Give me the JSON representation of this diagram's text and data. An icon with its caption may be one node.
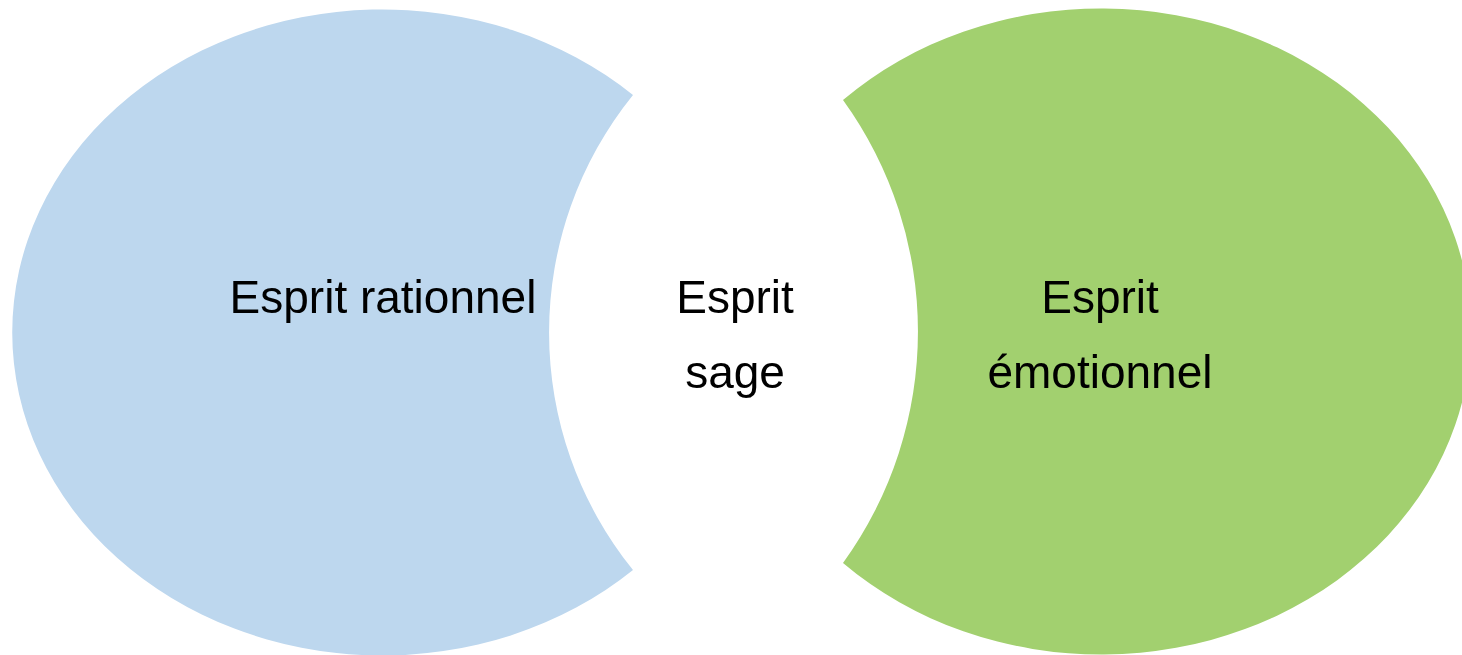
{
  "diagram": {
    "nodes": [
      {
        "text": [
          "Esprit rationnel"
        ]
      },
      {
        "text": [
          "Esprit émotionnel"
        ]
      }
    ],
    "labels": [
      "Esprit sage"
    ]
  }
}
